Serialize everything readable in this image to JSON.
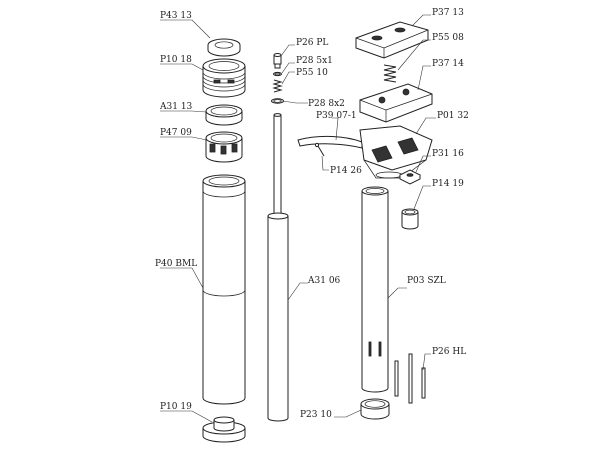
{
  "labels": {
    "p43_13": "P43 13",
    "p10_18": "P10 18",
    "a31_13": "A31 13",
    "p47_09": "P47 09",
    "p40_bml": "P40 BML",
    "p10_19": "P10 19",
    "p26_pl": "P26 PL",
    "p28_5x1": "P28 5x1",
    "p55_10": "P55 10",
    "p28_8x2": "P28 8x2",
    "a31_06": "A31 06",
    "p37_13": "P37 13",
    "p55_08": "P55 08",
    "p37_14": "P37 14",
    "p39_07_1": "P39 07-1",
    "p01_32": "P01 32",
    "p14_26": "P14 26",
    "p31_16": "P31 16",
    "p14_19": "P14 19",
    "p03_szl": "P03 SZL",
    "p26_hl": "P26 HL",
    "p23_10": "P23 10"
  }
}
